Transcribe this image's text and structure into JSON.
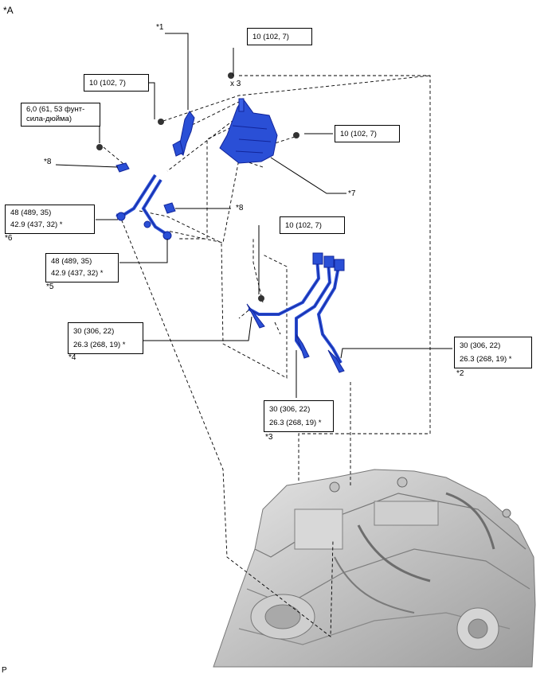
{
  "figure_id": "*A",
  "page_marker": "P",
  "callouts": {
    "c1": "*1",
    "c2": "*2",
    "c3": "*3",
    "c4": "*4",
    "c5": "*5",
    "c6": "*6",
    "c7": "*7",
    "c8a": "*8",
    "c8b": "*8"
  },
  "quantity_label": "x 3",
  "torque": {
    "t_top_right": "10 (102, 7)",
    "t_top_left": "10 (102, 7)",
    "t_small_line1": "6,0 (61, 53 фунт-",
    "t_small_line2": "сила-дюйма)",
    "t_bracket_right": "10 (102, 7)",
    "t6_line1": "48 (489, 35)",
    "t6_line2": "42.9 (437, 32) *",
    "t5_line1": "48 (489, 35)",
    "t5_line2": "42.9 (437, 32) *",
    "t_mid": "10 (102, 7)",
    "t4_line1": "30 (306, 22)",
    "t4_line2": "26.3 (268, 19) *",
    "t2_line1": "30 (306, 22)",
    "t2_line2": "26.3 (268, 19) *",
    "t3_line1": "30 (306, 22)",
    "t3_line2": "26.3 (268, 19) *"
  },
  "colors": {
    "part_blue": "#2a4fd6",
    "part_blue_dark": "#12259a",
    "engine_gray": "#b9b9b9"
  }
}
